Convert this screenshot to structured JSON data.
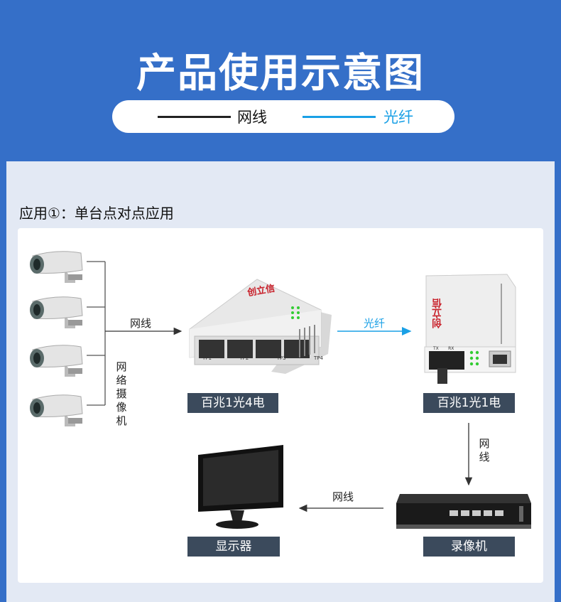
{
  "title": "产品使用示意图",
  "legend": {
    "items": [
      {
        "label": "网线",
        "color": "#222222"
      },
      {
        "label": "光纤",
        "color": "#1aa0e6"
      }
    ]
  },
  "application": {
    "title": "应用①：单台点对点应用"
  },
  "diagram": {
    "cameras_label": "网络摄像机",
    "camera_to_switch_label": "网线",
    "fiber_label": "光纤",
    "converter_to_nvr_label": "网线",
    "nvr_to_monitor_label": "网线",
    "switch": {
      "label": "百兆1光4电",
      "brand": "创立信",
      "ports": [
        "TP1",
        "TP2",
        "TP3",
        "TP4"
      ]
    },
    "converter": {
      "label": "百兆1光1电",
      "brand": "创立信",
      "fiber_ports": [
        "TX",
        "RX"
      ]
    },
    "nvr": {
      "label": "录像机"
    },
    "monitor": {
      "label": "显示器"
    }
  },
  "colors": {
    "background": "#356fc8",
    "panel": "#e3e9f4",
    "label_box": "#3b4a5c",
    "fiber": "#1aa0e6"
  }
}
